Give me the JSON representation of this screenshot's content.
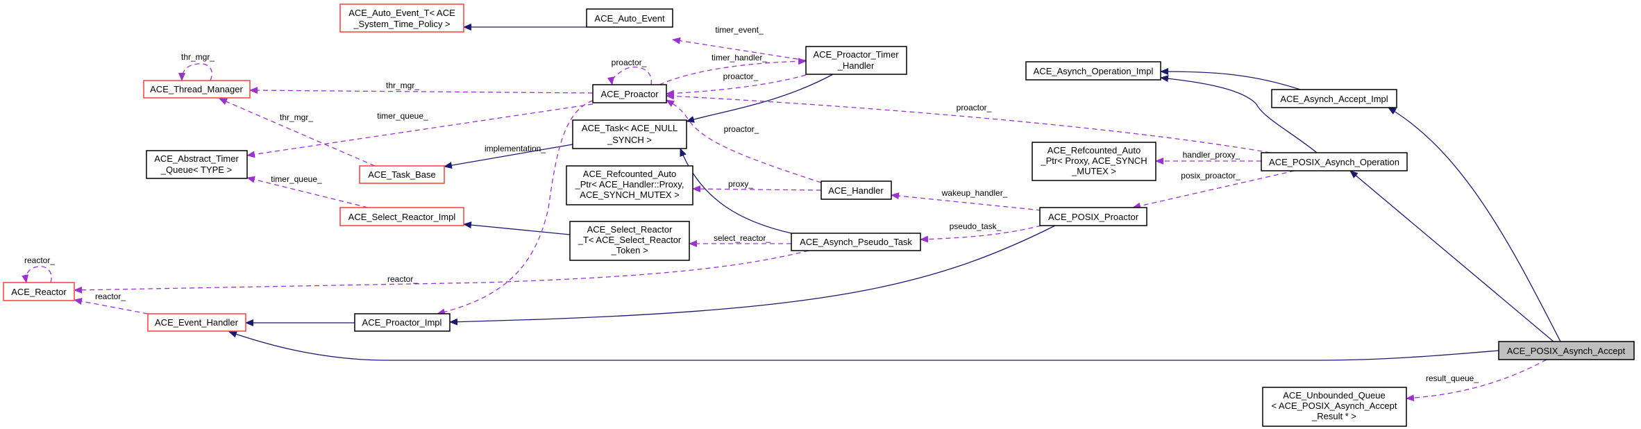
{
  "title": "ACE_POSIX_Asynch_Accept collaboration graph",
  "colors": {
    "inheritance": "#191970",
    "usage": "#9a32cd",
    "undocumented_border": "#ff3c3c",
    "focus_fill": "#bfbfbf"
  },
  "nodes": {
    "auto_event_t": [
      "ACE_Auto_Event_T< ACE",
      "_System_Time_Policy >"
    ],
    "auto_event": [
      "ACE_Auto_Event"
    ],
    "proactor_timer_handler": [
      "ACE_Proactor_Timer",
      "_Handler"
    ],
    "thread_manager": [
      "ACE_Thread_Manager"
    ],
    "proactor": [
      "ACE_Proactor"
    ],
    "asynch_operation_impl": [
      "ACE_Asynch_Operation_Impl"
    ],
    "asynch_accept_impl": [
      "ACE_Asynch_Accept_Impl"
    ],
    "abstract_timer_queue": [
      "ACE_Abstract_Timer",
      "_Queue< TYPE >"
    ],
    "task_base": [
      "ACE_Task_Base"
    ],
    "task_null_synch": [
      "ACE_Task< ACE_NULL",
      "_SYNCH >"
    ],
    "refcounted_handler_proxy": [
      "ACE_Refcounted_Auto",
      "_Ptr< ACE_Handler::Proxy,",
      "ACE_SYNCH_MUTEX >"
    ],
    "handler": [
      "ACE_Handler"
    ],
    "refcounted_proxy": [
      "ACE_Refcounted_Auto",
      "_Ptr< Proxy, ACE_SYNCH",
      "_MUTEX >"
    ],
    "posix_asynch_operation": [
      "ACE_POSIX_Asynch_Operation"
    ],
    "posix_proactor": [
      "ACE_POSIX_Proactor"
    ],
    "select_reactor_impl": [
      "ACE_Select_Reactor_Impl"
    ],
    "select_reactor_t": [
      "ACE_Select_Reactor",
      "_T< ACE_Select_Reactor",
      "_Token >"
    ],
    "asynch_pseudo_task": [
      "ACE_Asynch_Pseudo_Task"
    ],
    "reactor": [
      "ACE_Reactor"
    ],
    "event_handler": [
      "ACE_Event_Handler"
    ],
    "proactor_impl": [
      "ACE_Proactor_Impl"
    ],
    "posix_asynch_accept": [
      "ACE_POSIX_Asynch_Accept"
    ],
    "unbounded_queue": [
      "ACE_Unbounded_Queue",
      "< ACE_POSIX_Asynch_Accept",
      "_Result * >"
    ]
  },
  "edge_labels": {
    "timer_event": "timer_event_",
    "timer_handler": "timer_handler_",
    "proactor_from_timer": "proactor_",
    "proactor_self": "proactor_",
    "thr_mgr_proactor": "thr_mgr_",
    "thr_mgr_self": "thr_mgr_",
    "timer_queue_proactor": "timer_queue_",
    "thr_mgr_task_base": "thr_mgr_",
    "timer_queue_select": "timer_queue_",
    "proactor_posix_op": "proactor_",
    "proactor_handler": "proactor_",
    "proxy": "proxy_",
    "wakeup_handler": "wakeup_handler_",
    "handler_proxy": "handler_proxy_",
    "posix_proactor": "posix_proactor_",
    "pseudo_task": "pseudo_task_",
    "select_reactor": "select_reactor_",
    "reactor_pseudo": "reactor_",
    "reactor_self": "reactor_",
    "reactor_event_handler": "reactor_",
    "implementation": "implementation_",
    "result_queue": "result_queue_"
  }
}
